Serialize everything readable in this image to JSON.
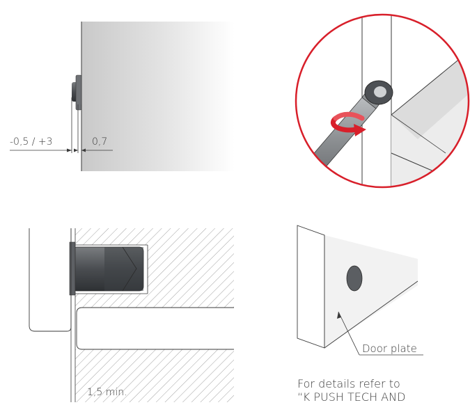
{
  "panel_top_left": {
    "dim_adjust": "-0,5 / +3",
    "dim_gap": "0,7"
  },
  "panel_bottom_left": {
    "dim_min": "1,5 min."
  },
  "panel_bottom_right": {
    "door_plate_label": "Door plate",
    "note_line_1": "For details refer to",
    "note_line_2": "“K PUSH TECH AND"
  },
  "colors": {
    "line": "#3a3a3a",
    "accent_red": "#d81f2a",
    "plug_dark": "#55585c",
    "hatch": "#8a8a8a"
  }
}
